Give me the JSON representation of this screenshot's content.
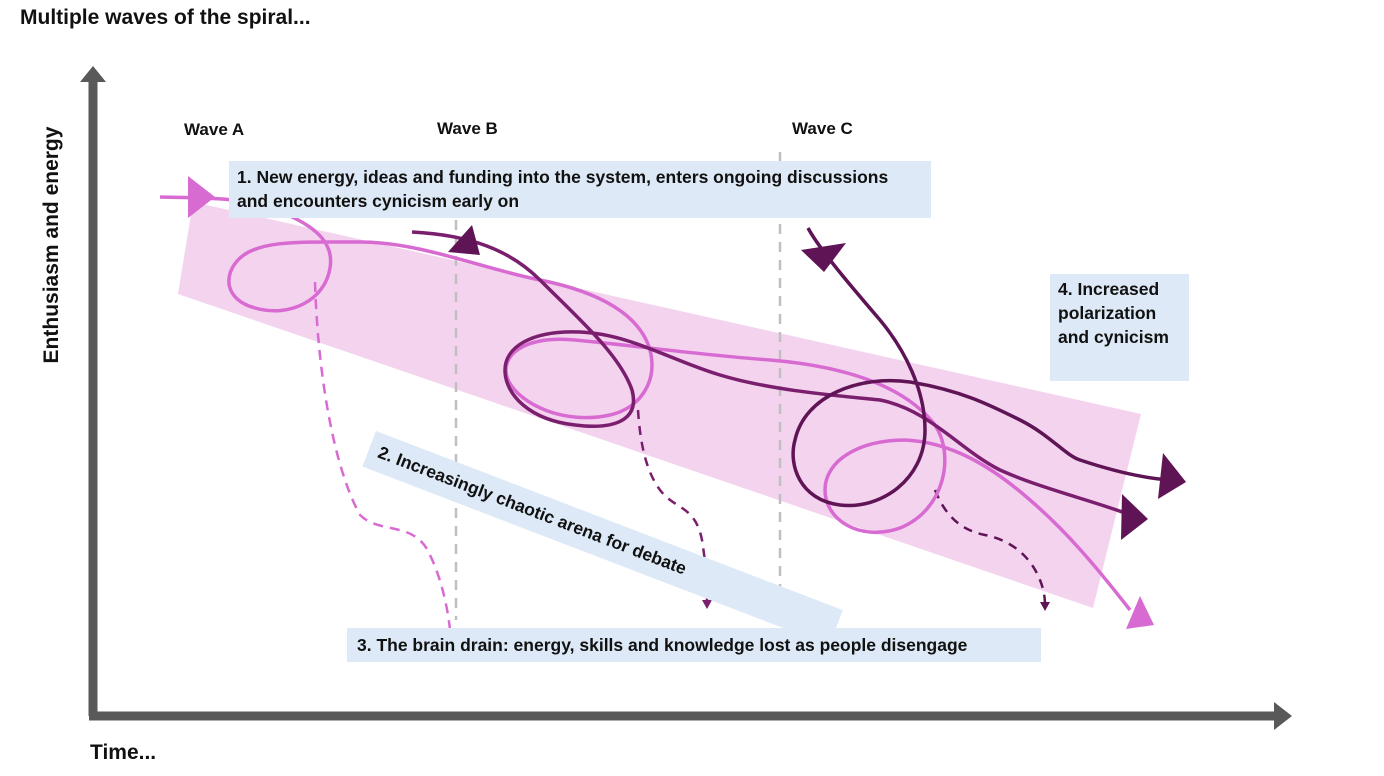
{
  "title": "Multiple waves of the spiral...",
  "axes": {
    "x_label": "Time...",
    "y_label": "Enthusiasm and energy"
  },
  "waves": [
    "Wave A",
    "Wave B",
    "Wave C"
  ],
  "callouts": {
    "c1": "1. New energy, ideas and funding into the system, enters ongoing discussions and encounters cynicism early on",
    "c2": "2. Increasingly chaotic arena for debate",
    "c3": "3. The brain drain: energy, skills and knowledge lost as people disengage",
    "c4": "4. Increased polarization and cynicism"
  },
  "colors": {
    "band": "#f4d3ef",
    "light_wave": "#d86bd1",
    "mid_wave": "#b04aa6",
    "dark_wave": "#5e1455",
    "dark_wave_2": "#7a1e6e",
    "callout_bg": "#dde9f6",
    "axis": "#595959",
    "dashed_divider": "#bfbfbf"
  }
}
